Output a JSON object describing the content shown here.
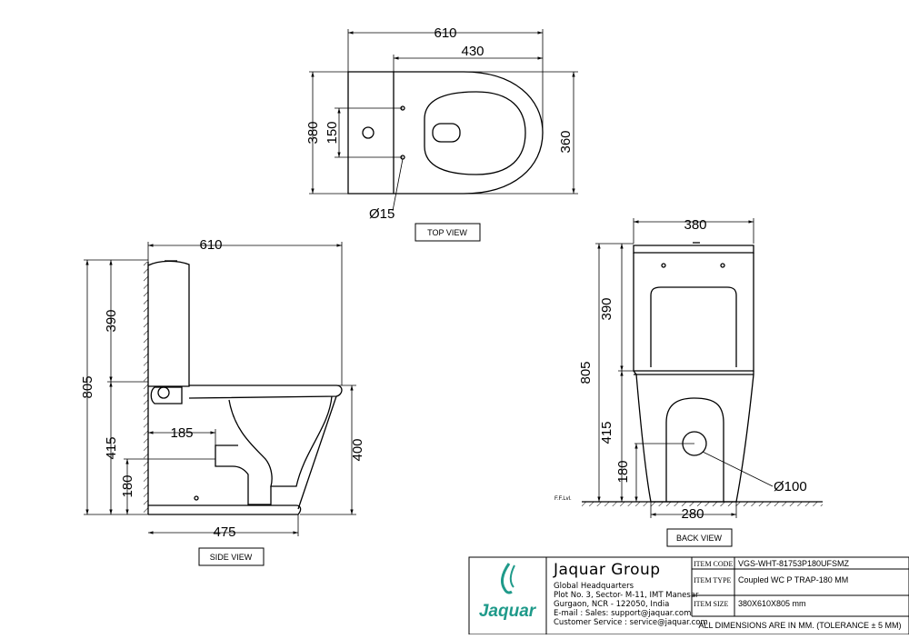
{
  "views": {
    "top": {
      "label": "TOP VIEW",
      "dims": {
        "total_length": "610",
        "bowl_length": "430",
        "width": "380",
        "hole_spacing": "150",
        "bowl_width": "360",
        "hole_dia": "Ø15"
      }
    },
    "side": {
      "label": "SIDE VIEW",
      "dims": {
        "total_length": "610",
        "total_height": "805",
        "tank_height": "390",
        "seat_height": "415",
        "outlet_offset": "185",
        "outlet_height": "180",
        "bowl_height": "400",
        "base_length": "475"
      }
    },
    "back": {
      "label": "BACK VIEW",
      "dims": {
        "width": "380",
        "total_height": "805",
        "tank_height": "390",
        "seat_height": "415",
        "outlet_height": "180",
        "outlet_dia": "Ø100",
        "base_width": "280"
      },
      "floor_label": "F.F.Lvl."
    }
  },
  "title_block": {
    "company": "Jaquar Group",
    "logo_text": "Jaquar",
    "address_lines": [
      "Global Headquarters",
      "Plot No. 3, Sector- M-11, IMT Manesar",
      "Gurgaon, NCR - 122050, India",
      "E-mail :  Sales:  support@jaquar.com",
      "Customer Service : service@jaquar.com"
    ],
    "fields": [
      {
        "label": "ITEM CODE",
        "value": "VGS-WHT-81753P180UFSMZ"
      },
      {
        "label": "ITEM TYPE",
        "value": "Coupled WC P TRAP-180 MM"
      },
      {
        "label": "ITEM SIZE",
        "value": "380X610X805 mm"
      }
    ],
    "note": "ALL DIMENSIONS ARE IN MM. (TOLERANCE ± 5 MM)"
  },
  "colors": {
    "line": "#000000",
    "logo": "#1f9a8a",
    "background": "#ffffff"
  }
}
